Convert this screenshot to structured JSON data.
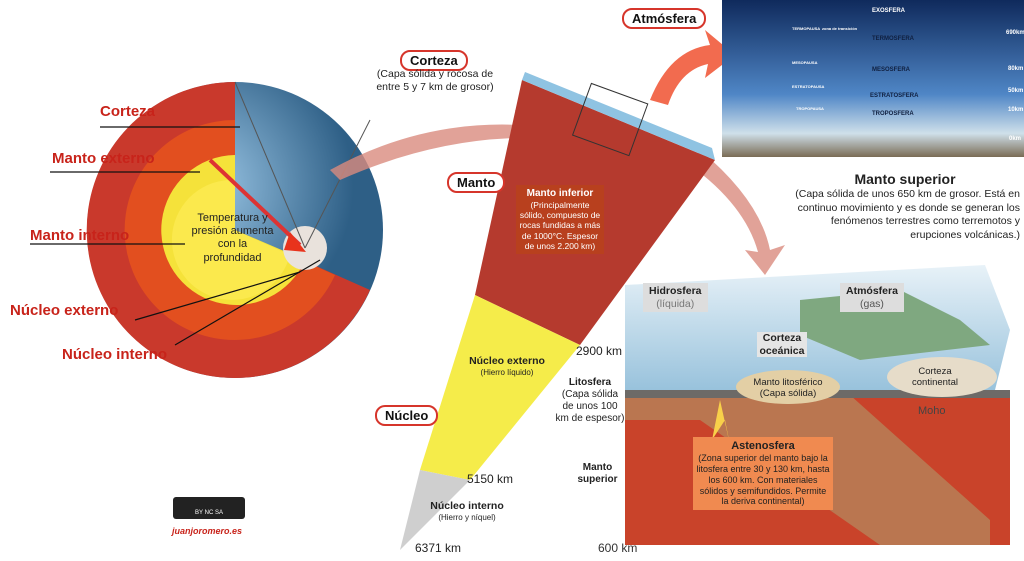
{
  "globe": {
    "labels": [
      "Corteza",
      "Manto externo",
      "Manto interno",
      "Núcleo externo",
      "Núcleo interno"
    ],
    "center_note": "Temperatura y presión aumenta con la profundidad"
  },
  "wedge": {
    "corteza_title": "Corteza",
    "corteza_desc": "(Capa sólida y rocosa de entre 5 y 7 km de grosor)",
    "manto_title": "Manto",
    "manto_inferior_title": "Manto inferior",
    "manto_inferior_desc": "(Principalmente sólido, compuesto de rocas fundidas a más de 1000°C. Espesor de unos 2.200 km)",
    "nucleo_title": "Núcleo",
    "nucleo_externo_title": "Núcleo externo",
    "nucleo_externo_desc": "(Hierro líquido)",
    "nucleo_interno_title": "Núcleo interno",
    "nucleo_interno_desc": "(Hierro y níquel)",
    "depths": [
      "2900 km",
      "5150 km",
      "6371 km"
    ]
  },
  "atmosphere": {
    "title": "Atmósfera",
    "layers": [
      "EXOSFERA",
      "TERMOSFERA",
      "MESOSFERA",
      "ESTRATOSFERA",
      "TROPOSFERA"
    ],
    "pauses": [
      "TERMOPAUSA",
      "MESOPAUSA",
      "ESTRATOPAUSA",
      "TROPOPAUSA"
    ],
    "transition": "zona de transición",
    "altitudes": [
      "690km",
      "80km",
      "50km",
      "10km",
      "0km"
    ]
  },
  "manto_superior": {
    "title": "Manto superior",
    "desc": "(Capa sólida de unos 650 km de grosor. Está en continuo movimiento y es donde se generan los fenómenos terrestres como terremotos y erupciones volcánicas.)"
  },
  "block": {
    "hidrosfera": "Hidrosfera",
    "hidrosfera_sub": "(líquida)",
    "atmosfera": "Atmósfera",
    "atmosfera_sub": "(gas)",
    "corteza_oceanica": "Corteza oceánica",
    "manto_lito": "Manto litosférico",
    "manto_lito_sub": "(Capa sólida)",
    "corteza_continental": "Corteza continental",
    "moho": "Moho",
    "litosfera": "Litosfera",
    "litosfera_desc": "(Capa sólida de unos 100 km de espesor)",
    "manto_superior": "Manto superior",
    "astenosfera": "Astenosfera",
    "astenosfera_desc": "(Zona superior del manto bajo la litosfera entre 30 y 130 km, hasta los 600 km. Con materiales sólidos y semifundidos. Permite la deriva continental)",
    "depth": "600 km"
  },
  "credits": {
    "license": "BY NC SA",
    "site": "juanjoromero.es"
  }
}
